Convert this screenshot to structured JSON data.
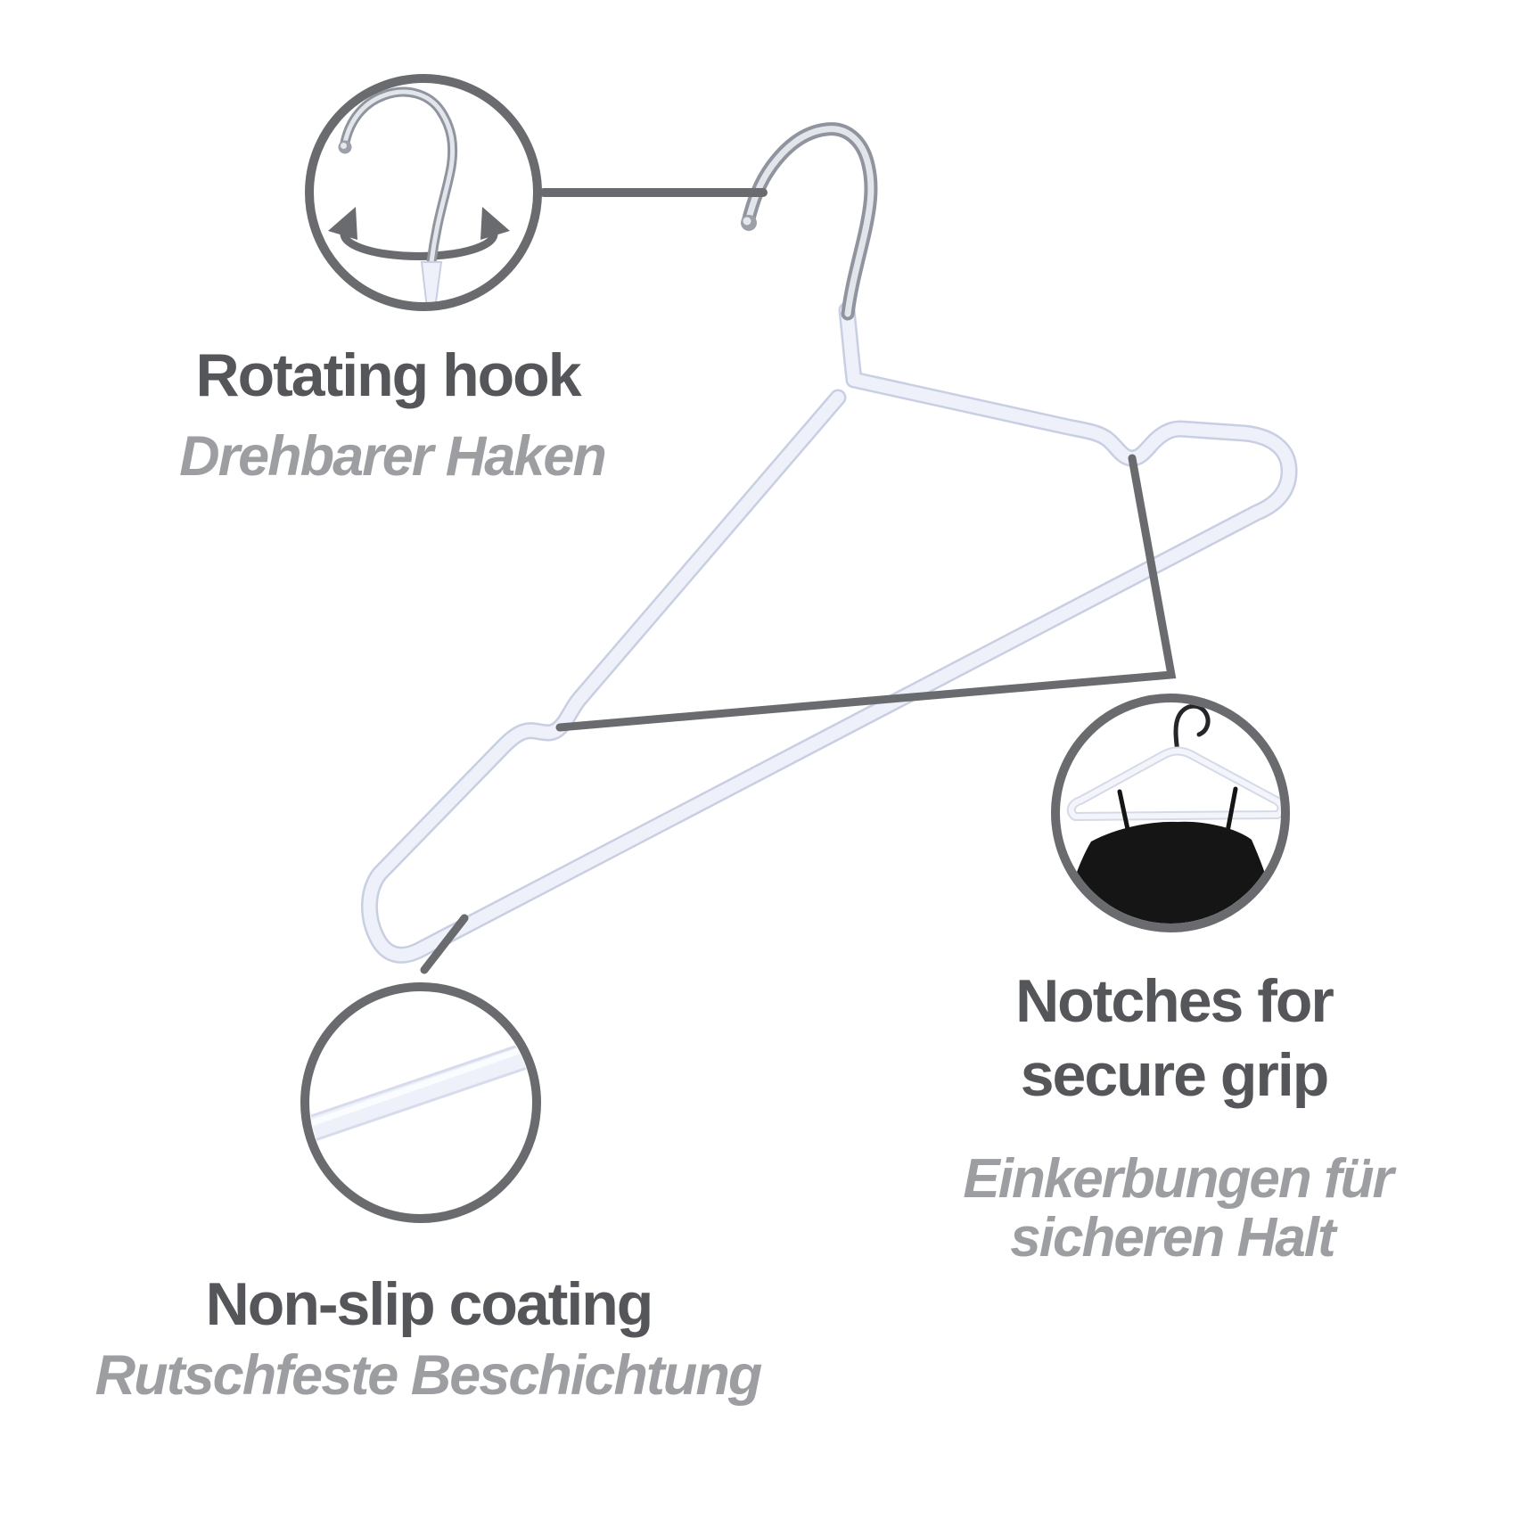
{
  "colors": {
    "background": "#ffffff",
    "text_dark": "#55565a",
    "text_light": "#9c9ea1",
    "line_gray": "#6a6b6e",
    "wire_fill": "#eef1fa",
    "wire_edge": "#c9cfe2",
    "wire_highlight": "#fbfcfe",
    "chrome_dark": "#8f949e",
    "chrome_light": "#e2e5ea",
    "garment_black": "#151515"
  },
  "annotations": {
    "rotating_hook": {
      "title_en": "Rotating hook",
      "title_de": "Drehbarer Haken"
    },
    "notches": {
      "title_en_line1": "Notches for",
      "title_en_line2": "secure grip",
      "title_de_line1": "Einkerbungen für",
      "title_de_line2": "sicheren Halt"
    },
    "non_slip": {
      "title_en": "Non-slip coating",
      "title_de": "Rutschfeste Beschichtung"
    }
  }
}
